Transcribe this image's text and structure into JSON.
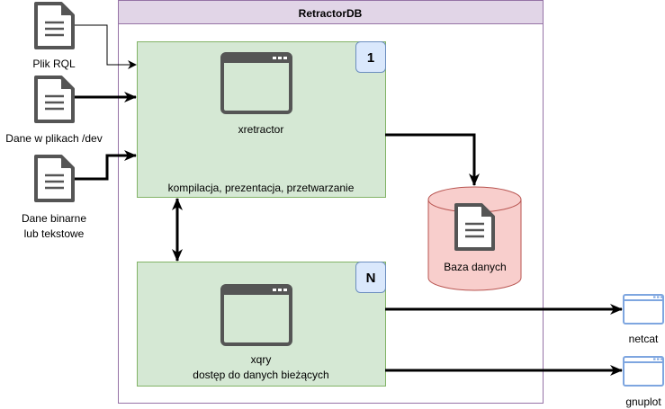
{
  "container": {
    "title": "RetractorDB"
  },
  "inputs": [
    {
      "label_lines": [
        "Plik RQL"
      ]
    },
    {
      "label_lines": [
        "Dane w plikach /dev"
      ]
    },
    {
      "label_lines": [
        "Dane binarne",
        "lub tekstowe"
      ]
    }
  ],
  "process1": {
    "badge": "1",
    "name": "xretractor",
    "description": "kompilacja, prezentacja, przetwarzanie"
  },
  "processN": {
    "badge": "N",
    "name": "xqry",
    "description": "dostęp do danych bieżących"
  },
  "database": {
    "label": "Baza danych"
  },
  "outputs": [
    {
      "label": "netcat"
    },
    {
      "label": "gnuplot"
    }
  ],
  "colors": {
    "container_fill": "#e1d5e7",
    "container_stroke": "#9673a6",
    "process_fill": "#d5e8d4",
    "process_stroke": "#82b366",
    "badge_fill": "#dae8fc",
    "badge_stroke": "#6c8ebf",
    "db_fill": "#f8cecc",
    "db_stroke": "#b85450"
  }
}
